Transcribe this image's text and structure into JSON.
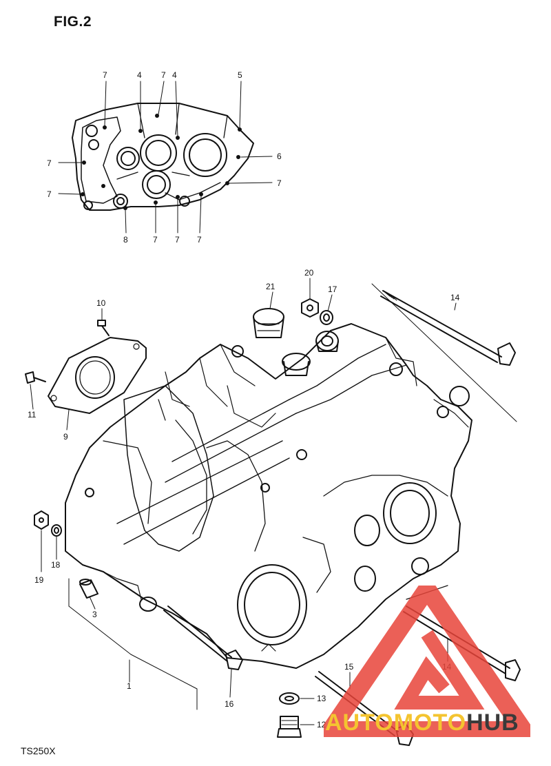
{
  "figure": {
    "title": "FIG.2",
    "model": "TS250X"
  },
  "callouts": {
    "top": [
      "7",
      "4",
      "7",
      "4",
      "5",
      "6",
      "7",
      "7",
      "7",
      "8",
      "7",
      "7",
      "7"
    ],
    "main": [
      "10",
      "11",
      "9",
      "19",
      "18",
      "3",
      "1",
      "16",
      "21",
      "20",
      "17",
      "14",
      "14",
      "15",
      "13",
      "12"
    ]
  },
  "watermark": {
    "part1": "AUTOMOTO",
    "part2": "HUB",
    "colors": {
      "red": "#e8443a",
      "yellow": "#f4c430",
      "dark": "#3a3a3a"
    }
  }
}
